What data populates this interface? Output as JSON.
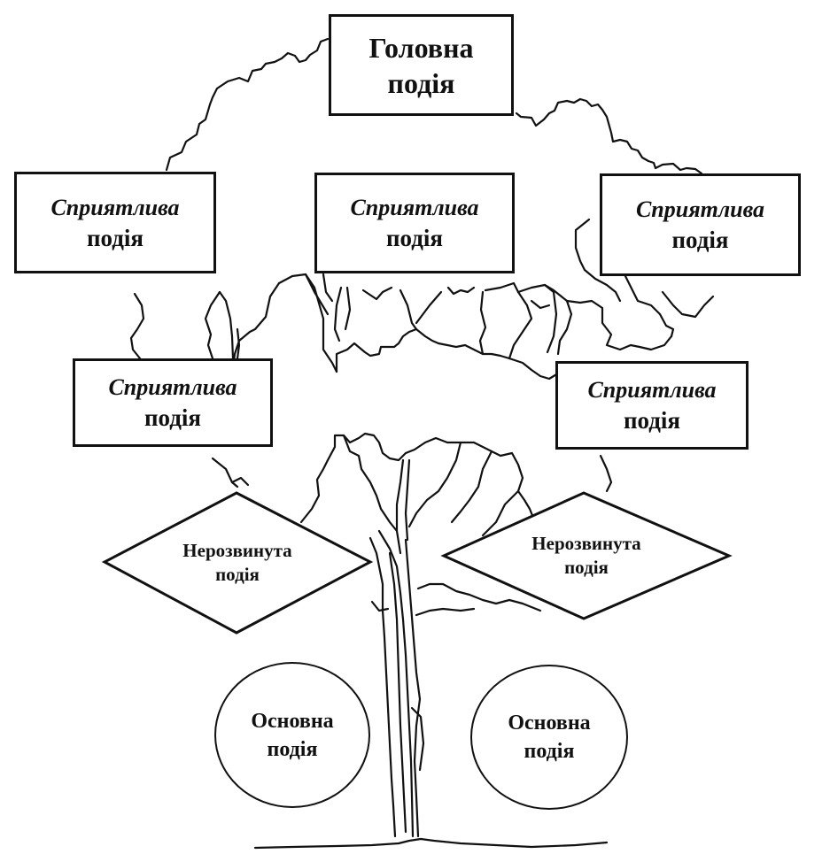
{
  "diagram": {
    "type": "event-tree",
    "main_event": {
      "line1": "Головна",
      "line2": "подія"
    },
    "favorable_events": [
      {
        "line1": "Сприятлива",
        "line2": "подія"
      },
      {
        "line1": "Сприятлива",
        "line2": "подія"
      },
      {
        "line1": "Сприятлива",
        "line2": "подія"
      },
      {
        "line1": "Сприятлива",
        "line2": "подія"
      },
      {
        "line1": "Сприятлива",
        "line2": "подія"
      }
    ],
    "undeveloped_events": [
      {
        "line1": "Нерозвинута",
        "line2": "подія"
      },
      {
        "line1": "Нерозвинута",
        "line2": "подія"
      }
    ],
    "basic_events": [
      {
        "line1": "Основна",
        "line2": "подія"
      },
      {
        "line1": "Основна",
        "line2": "подія"
      }
    ],
    "colors": {
      "stroke": "#111111",
      "background": "#ffffff"
    }
  }
}
